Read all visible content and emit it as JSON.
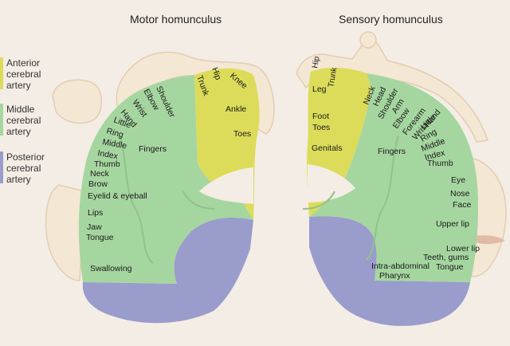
{
  "titles": {
    "motor": "Motor homunculus",
    "sensory": "Sensory homunculus"
  },
  "legend": [
    {
      "label": "Anterior cerebral artery",
      "lines": [
        "Anterior",
        "cerebral",
        "artery"
      ],
      "color": "#dcdc5a"
    },
    {
      "label": "Middle cerebral artery",
      "lines": [
        "Middle",
        "cerebral",
        "artery"
      ],
      "color": "#a6d6a0"
    },
    {
      "label": "Posterior cerebral artery",
      "lines": [
        "Posterior",
        "cerebral",
        "artery"
      ],
      "color": "#9a9ccc"
    }
  ],
  "motor_labels": {
    "trunk": "Trunk",
    "hip": "Hip",
    "knee": "Knee",
    "ankle": "Ankle",
    "toes": "Toes",
    "shoulder": "Shoulder",
    "elbow": "Elbow",
    "wrist": "Wrist",
    "hand": "Hand",
    "little": "Little",
    "ring": "Ring",
    "middle": "Middle",
    "index": "Index",
    "thumb": "Thumb",
    "fingers": "Fingers",
    "neck": "Neck",
    "brow": "Brow",
    "eyelid": "Eyelid & eyeball",
    "lips": "Lips",
    "jaw": "Jaw",
    "tongue": "Tongue",
    "swallowing": "Swallowing"
  },
  "sensory_labels": {
    "hip": "Hip",
    "trunk": "Trunk",
    "leg": "Leg",
    "foot": "Foot",
    "toes": "Toes",
    "genitals": "Genitals",
    "neck": "Neck",
    "head": "Head",
    "shoulder": "Shoulder",
    "arm": "Arm",
    "elbow": "Elbow",
    "forearm": "Forearm",
    "wrist": "Wrist",
    "hand": "Hand",
    "little": "Little",
    "ring": "Ring",
    "middle": "Middle",
    "index": "Index",
    "thumb": "Thumb",
    "fingers": "Fingers",
    "eye": "Eye",
    "nose": "Nose",
    "face": "Face",
    "upper_lip": "Upper lip",
    "lower_lip": "Lower lip",
    "teeth": "Teeth, gums",
    "tongue": "Tongue",
    "intra": "Intra-abdominal",
    "pharynx": "Pharynx"
  }
}
